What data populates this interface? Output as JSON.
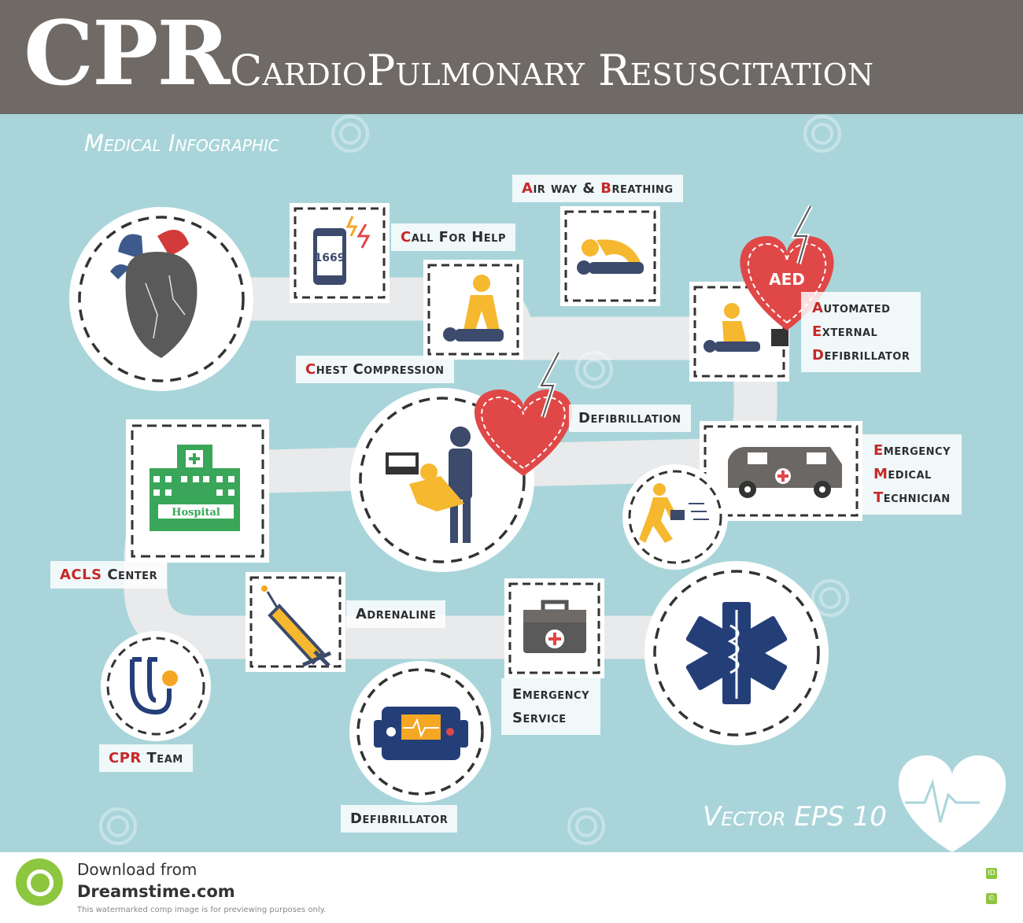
{
  "header": {
    "abbr": "CPR",
    "full_title": "CardioPulmonary Resuscitation"
  },
  "subtitle": "Medical Infographic",
  "steps": {
    "call_for_help": {
      "first": "C",
      "rest": "all For Help",
      "plain": "Call For Help"
    },
    "chest_compression": {
      "text": "Chest Compression"
    },
    "airway": {
      "a": "A",
      "mid": "ir way & ",
      "b": "B",
      "rest": "reathing"
    },
    "aed": {
      "line1_letter": "A",
      "line1_rest": "utomated",
      "line2_letter": "E",
      "line2_rest": "xternal",
      "line3_letter": "D",
      "line3_rest": "efibrillator",
      "badge": "AED"
    },
    "defibrillation": {
      "text": "Defibrillation"
    },
    "emt": {
      "line1_letter": "E",
      "line1_rest": "mergency",
      "line2_letter": "M",
      "line2_rest": "edical",
      "line3_letter": "T",
      "line3_rest": "echnician"
    },
    "acls": {
      "red": "ACLS",
      "rest": " Center"
    },
    "adrenaline": {
      "text": "Adrenaline"
    },
    "emergency_service": {
      "line1": "Emergency",
      "line2": "Service"
    },
    "cpr_team": {
      "red": "CPR",
      "rest": " Team"
    },
    "defibrillator": {
      "text": "Defibrillator"
    }
  },
  "icons": {
    "phone_number": "1669",
    "hospital_sign": "Hospital"
  },
  "footer_tag": "Vector EPS 10",
  "footer": {
    "download": "Download from",
    "brand": "Dreamstime.com",
    "note": "This watermarked comp image is for previewing purposes only.",
    "badge_id": "ID",
    "badge_c": "©"
  },
  "colors": {
    "background": "#a9d5da",
    "header": "#6f6a66",
    "accent_red": "#c62828",
    "heart_red": "#e04848",
    "figure_yellow": "#f5b82e",
    "figure_navy": "#3c4a6b",
    "hospital_green": "#3aa659"
  }
}
